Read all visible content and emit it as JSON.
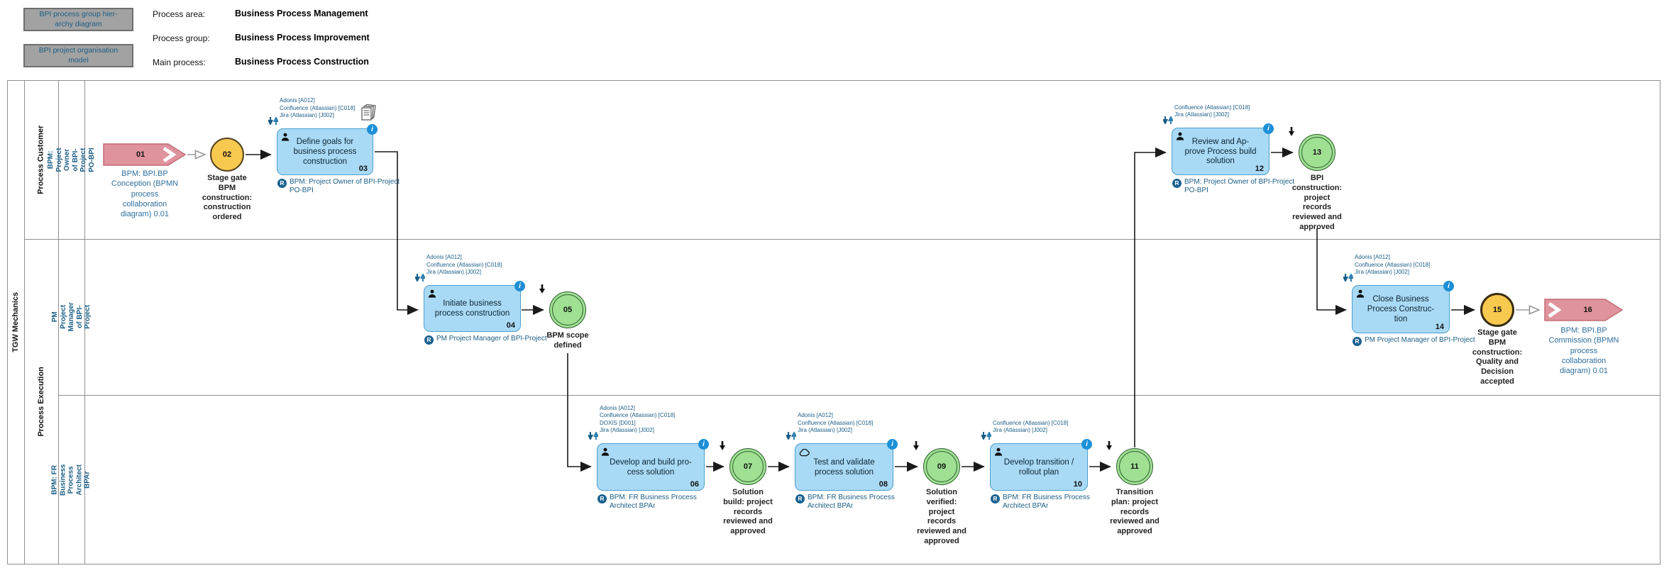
{
  "header": {
    "buttons": [
      {
        "label": "BPI process group hier-\narchy diagram"
      },
      {
        "label": "BPI project organisation\nmodel"
      }
    ],
    "fields": [
      {
        "label": "Process area:",
        "value": "Business Process Management"
      },
      {
        "label": "Process group:",
        "value": "Business Process Improvement"
      },
      {
        "label": "Main process:",
        "value": "Business Process Construction"
      }
    ]
  },
  "pool": {
    "title": "TGW Mechanics",
    "rows": [
      {
        "label": "Process Customer"
      },
      {
        "label": "Process Execution"
      }
    ],
    "lanes": [
      {
        "name": "BPM: Project Owner of BPI-Project PO-BPI"
      },
      {
        "name": "PM Project Manager of BPI-Project"
      },
      {
        "name": "BPM: FR Business Process Architect BPAr"
      }
    ]
  },
  "tasks": [
    {
      "number": "03",
      "label": "Define goals for\nbusiness process\nconstruction",
      "icon": "person-icon",
      "annotations": "Adonis [A012]\nConfluence (Atlassian) [C018]\nJira (Atlassian) [J002]",
      "role": "BPM: Project Owner of BPI-Project PO-BPI",
      "has_documents_icon": true
    },
    {
      "number": "04",
      "label": "Initiate business\nprocess construction",
      "icon": "person-icon",
      "annotations": "Adonis [A012]\nConfluence (Atlassian) [C018]\nJira (Atlassian) [J002]",
      "role": "PM Project Manager of BPI-Project",
      "has_documents_icon": false
    },
    {
      "number": "06",
      "label": "Develop and build pro-\ncess solution",
      "icon": "person-icon",
      "annotations": "Adonis [A012]\nConfluence (Atlassian) [C018]\nDOXIS [D001]\nJira (Atlassian) [J002]",
      "role": "BPM: FR Business Process Architect BPAr",
      "has_documents_icon": false
    },
    {
      "number": "08",
      "label": "Test and validate\nprocess solution",
      "icon": "cloud-icon",
      "annotations": "Adonis [A012]\nConfluence (Atlassian) [C018]\nJira (Atlassian) [J002]",
      "role": "BPM: FR Business Process Architect BPAr",
      "has_documents_icon": false
    },
    {
      "number": "10",
      "label": "Develop transition /\nrollout plan",
      "icon": "person-icon",
      "annotations": "Confluence (Atlassian) [C018]\nJira (Atlassian) [J002]",
      "role": "BPM: FR Business Process Architect BPAr",
      "has_documents_icon": false
    },
    {
      "number": "12",
      "label": "Review and Ap-\nprove Process build\nsolution",
      "icon": "person-icon",
      "annotations": "Confluence (Atlassian) [C018]\nJira (Atlassian) [J002]",
      "role": "BPM: Project Owner of BPI-Project PO-BPI",
      "has_documents_icon": false
    },
    {
      "number": "14",
      "label": "Close Business\nProcess Construc-\ntion",
      "icon": "person-icon",
      "annotations": "Adonis [A012]\nConfluence (Atlassian) [C018]\nJira (Atlassian) [J002]",
      "role": "PM Project Manager of BPI-Project",
      "has_documents_icon": false
    }
  ],
  "events": [
    {
      "number": "02",
      "kind": "stage-gate-yellow",
      "label": "Stage gate\nBPM\nconstruction:\nconstruction\nordered"
    },
    {
      "number": "05",
      "kind": "milestone-green",
      "label": "BPM scope\ndefined"
    },
    {
      "number": "07",
      "kind": "milestone-green",
      "label": "Solution\nbuild: project\nrecords\nreviewed and\napproved"
    },
    {
      "number": "09",
      "kind": "milestone-green",
      "label": "Solution\nverified:\nproject\nrecords\nreviewed and\napproved"
    },
    {
      "number": "11",
      "kind": "milestone-green",
      "label": "Transition\nplan: project\nrecords\nreviewed and\napproved"
    },
    {
      "number": "13",
      "kind": "milestone-green",
      "label": "BPI\nconstruction:\nproject\nrecords\nreviewed and\napproved"
    },
    {
      "number": "15",
      "kind": "stage-gate-yellow-thick",
      "label": "Stage gate\nBPM\nconstruction:\nQuality and\nDecision\naccepted"
    }
  ],
  "external_refs": [
    {
      "number": "01",
      "caption": "BPM: BPI.BP\nConception (BPMN\nprocess\ncollaboration\ndiagram) 0.01",
      "chevron": "right"
    },
    {
      "number": "16",
      "caption": "BPM: BPI.BP\nCommission (BPMN\nprocess\ncollaboration\ndiagram) 0.01",
      "chevron": "left"
    }
  ],
  "colors": {
    "task_fill": "#a9daf5",
    "task_border": "#4d9ecd",
    "info_blue": "#1d8fd6",
    "event_green_fill": "#9fe093",
    "event_green_border": "#2e5c2e",
    "event_yellow_fill": "#f7c94f",
    "event_yellow_border": "#54431f",
    "ref_pink_fill": "#df939c",
    "ref_pink_border": "#c36c77",
    "blue_text": "#1b5e86",
    "caption_blue": "#2e6e9e",
    "lane_line": "#8f8f8f",
    "button_gray": "#a2a2a2"
  }
}
